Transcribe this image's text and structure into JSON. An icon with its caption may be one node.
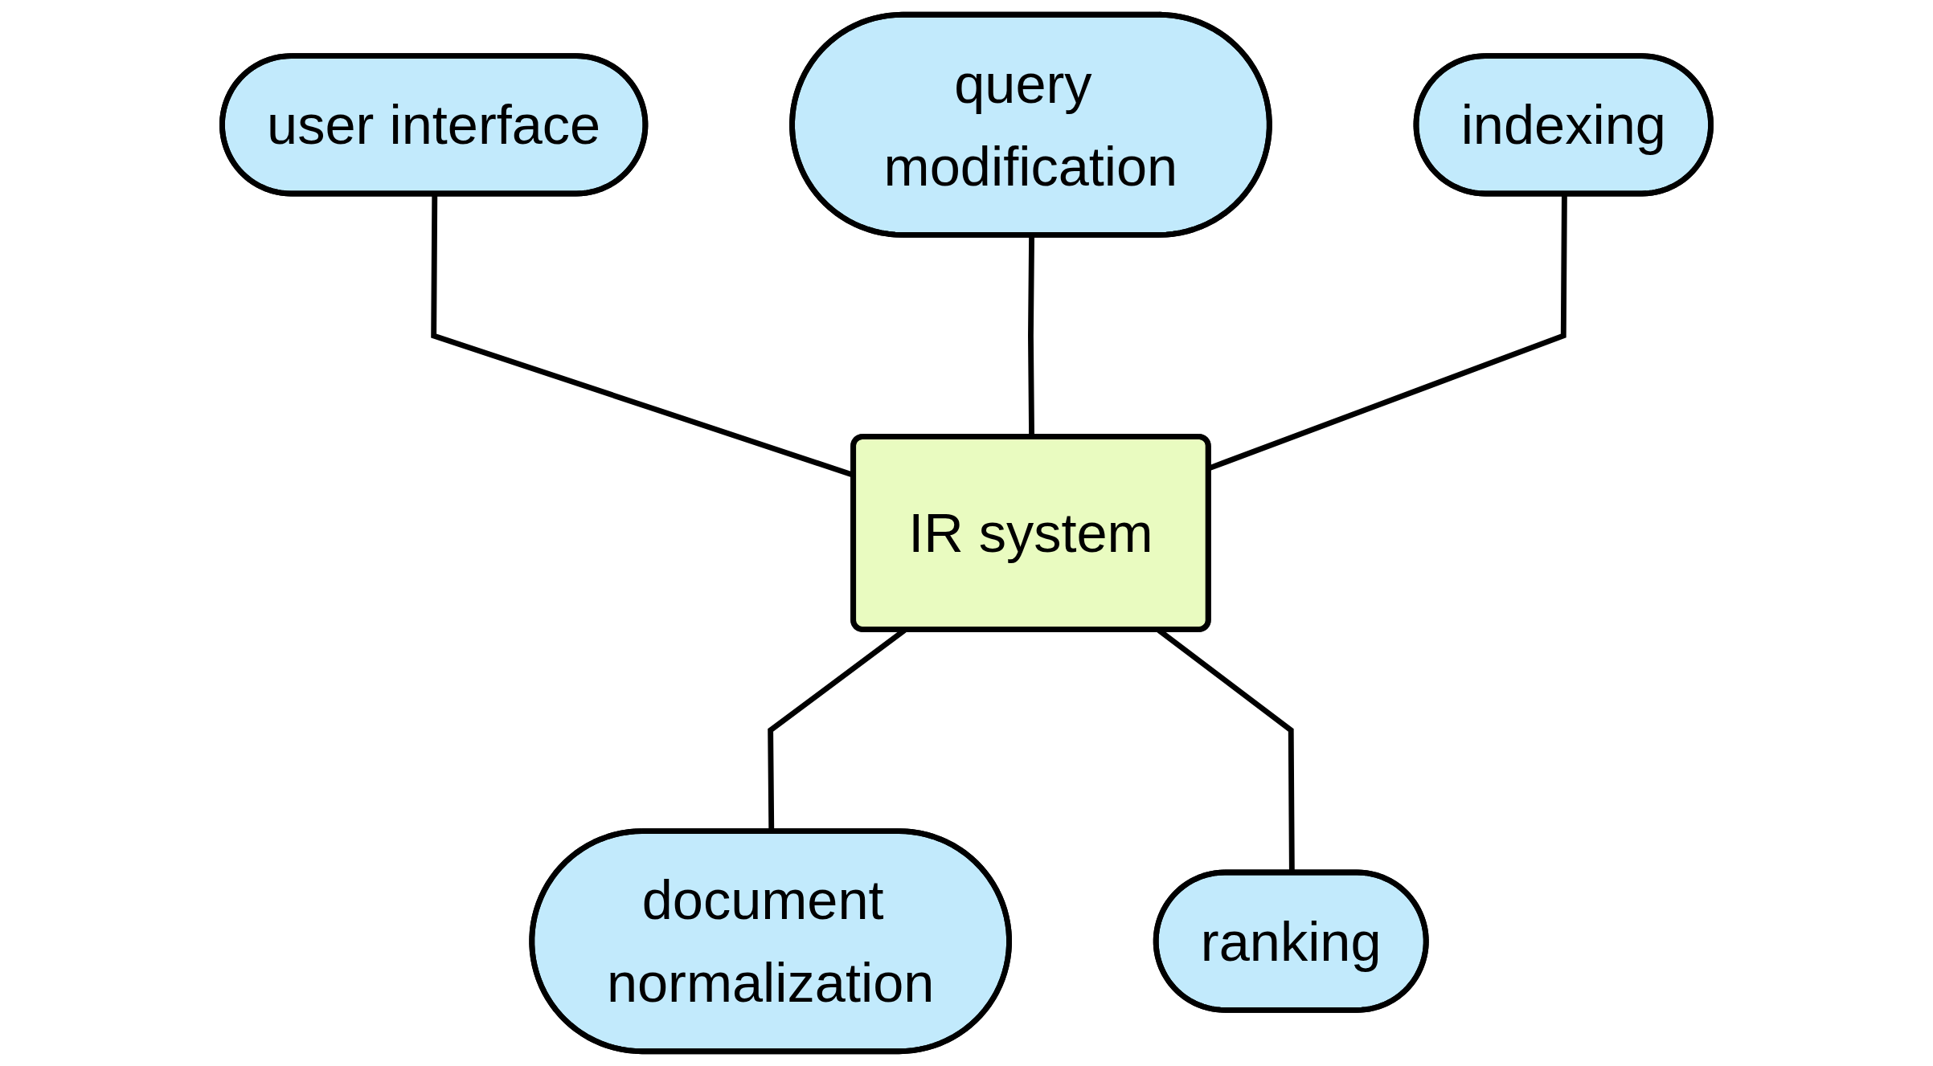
{
  "diagram": {
    "nodes": [
      {
        "text": [
          "user interface"
        ]
      },
      {
        "text": [
          "query modification"
        ]
      },
      {
        "text": [
          "indexing"
        ]
      },
      {
        "text": [
          "IR system"
        ]
      },
      {
        "text": [
          "document normalization"
        ]
      },
      {
        "text": [
          "ranking"
        ]
      }
    ],
    "edges": [
      {
        "from": 0,
        "to": 3,
        "arrow": "none"
      },
      {
        "from": 1,
        "to": 3,
        "arrow": "none"
      },
      {
        "from": 2,
        "to": 3,
        "arrow": "none"
      },
      {
        "from": 3,
        "to": 4,
        "arrow": "none"
      },
      {
        "from": 3,
        "to": 5,
        "arrow": "none"
      }
    ]
  }
}
